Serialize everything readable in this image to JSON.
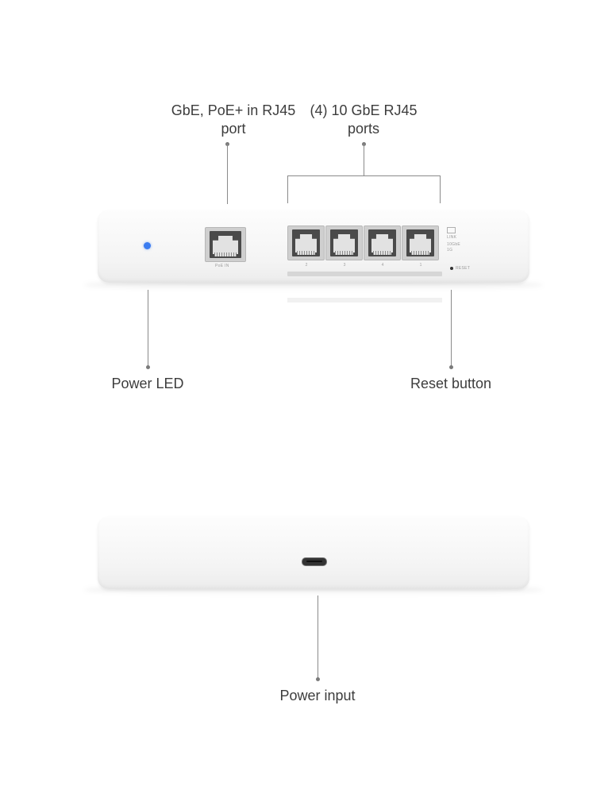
{
  "callouts": {
    "uplink_port": {
      "line1": "GbE, PoE+ in RJ45",
      "line2": "port"
    },
    "ten_gbe_ports": {
      "line1": "(4) 10 GbE RJ45",
      "line2": "ports"
    },
    "power_led": {
      "text": "Power LED"
    },
    "reset_button": {
      "text": "Reset button"
    },
    "power_input": {
      "text": "Power input"
    }
  },
  "device_front": {
    "uplink_port_label": "PoE IN",
    "port_numbers": [
      "2",
      "3",
      "4",
      "1"
    ],
    "reset_label": "RESET",
    "speed_legend": [
      "LINK",
      "10GbE",
      "1G"
    ],
    "led_color": "#3b7cf0"
  }
}
